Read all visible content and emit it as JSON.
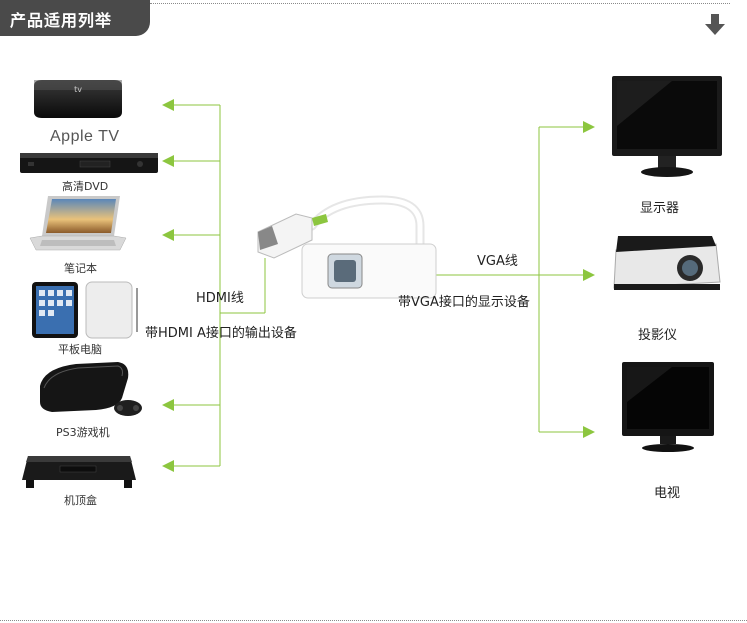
{
  "header": {
    "title": "产品适用列举"
  },
  "sources": [
    {
      "id": "apple-tv",
      "label": "Apple TV"
    },
    {
      "id": "dvd",
      "label": "高清DVD"
    },
    {
      "id": "laptop",
      "label": "笔记本"
    },
    {
      "id": "tablet",
      "label": "平板电脑"
    },
    {
      "id": "ps3",
      "label": "PS3游戏机"
    },
    {
      "id": "settop",
      "label": "机顶盒"
    }
  ],
  "displays": [
    {
      "id": "monitor",
      "label": "显示器"
    },
    {
      "id": "projector",
      "label": "投影仪"
    },
    {
      "id": "tv",
      "label": "电视"
    }
  ],
  "cables": {
    "hdmi_label": "HDMI线",
    "hdmi_desc": "带HDMI A接口的输出设备",
    "vga_label": "VGA线",
    "vga_desc": "带VGA接口的显示设备"
  },
  "colors": {
    "arrow": "#8cc63f",
    "header_bg": "#4a4a4a",
    "header_text": "#ffffff"
  },
  "icons": {
    "download": "down-arrow-icon"
  }
}
